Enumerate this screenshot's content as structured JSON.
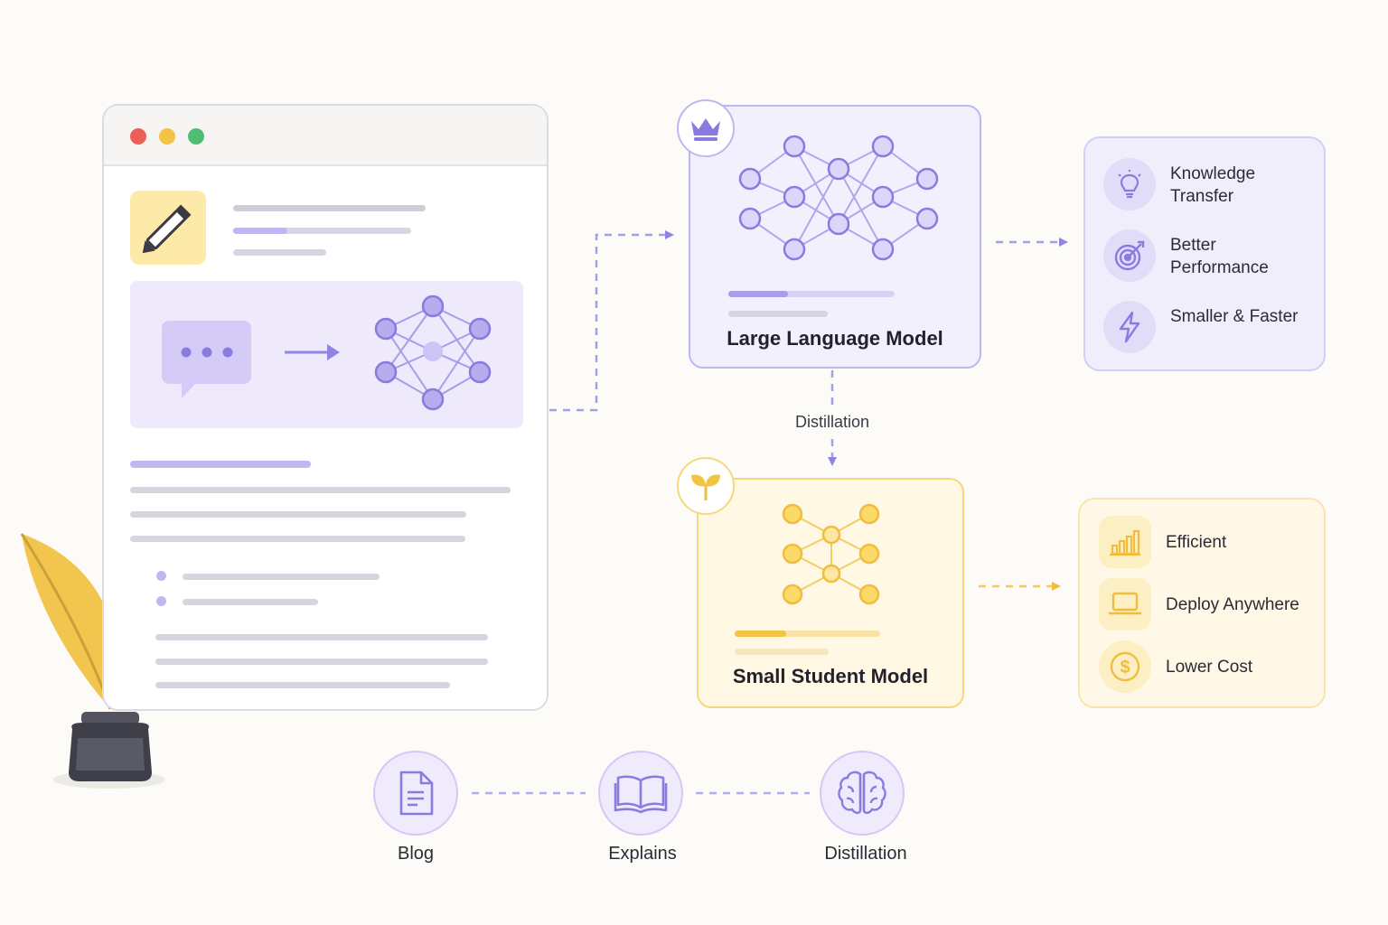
{
  "browser": {
    "dots": [
      "red-dot",
      "yellow-dot",
      "green-dot"
    ]
  },
  "teacher_model": {
    "title": "Large Language Model",
    "badge_icon": "crown-icon"
  },
  "distillation_label": "Distillation",
  "student_model": {
    "title": "Small Student Model",
    "badge_icon": "sprout-icon"
  },
  "teacher_benefits": [
    {
      "icon": "lightbulb-icon",
      "label": "Knowledge Transfer"
    },
    {
      "icon": "target-icon",
      "label": "Better Performance"
    },
    {
      "icon": "lightning-icon",
      "label": "Smaller & Faster"
    }
  ],
  "student_benefits": [
    {
      "icon": "bar-chart-icon",
      "label": "Efficient"
    },
    {
      "icon": "laptop-icon",
      "label": "Deploy Anywhere"
    },
    {
      "icon": "dollar-coin-icon",
      "label": "Lower Cost"
    }
  ],
  "flow_steps": [
    {
      "icon": "document-icon",
      "label": "Blog"
    },
    {
      "icon": "open-book-icon",
      "label": "Explains"
    },
    {
      "icon": "brain-icon",
      "label": "Distillation"
    }
  ],
  "colors": {
    "accent_purple": "#8b7ae0",
    "accent_yellow": "#f3c443",
    "background": "#fcfbf7"
  }
}
